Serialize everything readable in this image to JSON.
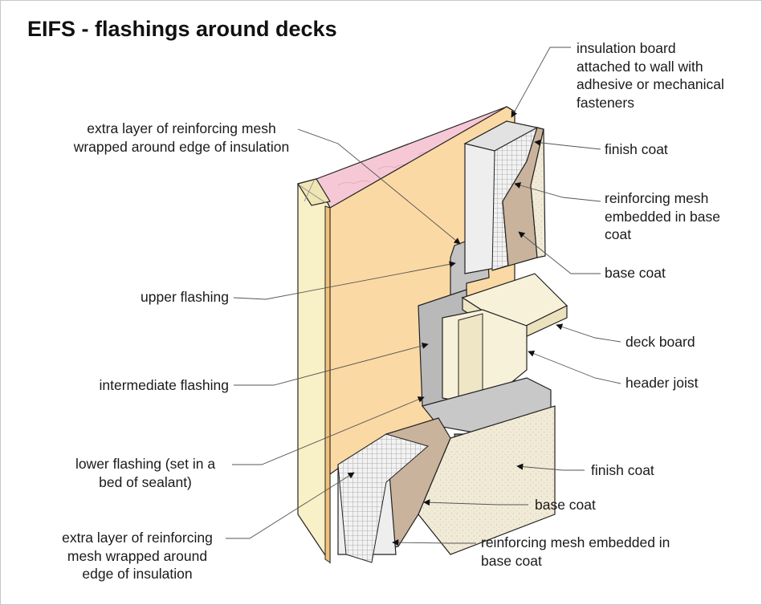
{
  "title": "EIFS - flashings around decks",
  "labels": {
    "insulation_board": "insulation board\nattached to wall with\nadhesive or mechanical\nfasteners",
    "extra_mesh_top": "extra layer of reinforcing mesh\nwrapped around edge of insulation",
    "finish_coat_top": "finish coat",
    "reinforcing_mesh_top": "reinforcing mesh\nembedded in base\ncoat",
    "base_coat_top": "base coat",
    "upper_flashing": "upper flashing",
    "deck_board": "deck board",
    "intermediate_flashing": "intermediate flashing",
    "header_joist": "header joist",
    "lower_flashing": "lower flashing (set in a\nbed of sealant)",
    "finish_coat_bottom": "finish coat",
    "base_coat_bottom": "base coat",
    "extra_mesh_bottom": "extra layer of reinforcing\nmesh wrapped around\nedge of insulation",
    "reinforcing_mesh_bottom": "reinforcing mesh embedded in\nbase coat"
  },
  "colors": {
    "sheathing": "#fbd9a4",
    "stud": "#f8f0c6",
    "insulation_batt": "#f6c8d6",
    "flashing": "#c3c3c3",
    "base_coat": "#c9b39c",
    "finish_coat": "#f1ead6",
    "foam_board": "#eeeeee",
    "deck_wood": "#f7f1da",
    "outline": "#222222",
    "leader": "#555555"
  }
}
